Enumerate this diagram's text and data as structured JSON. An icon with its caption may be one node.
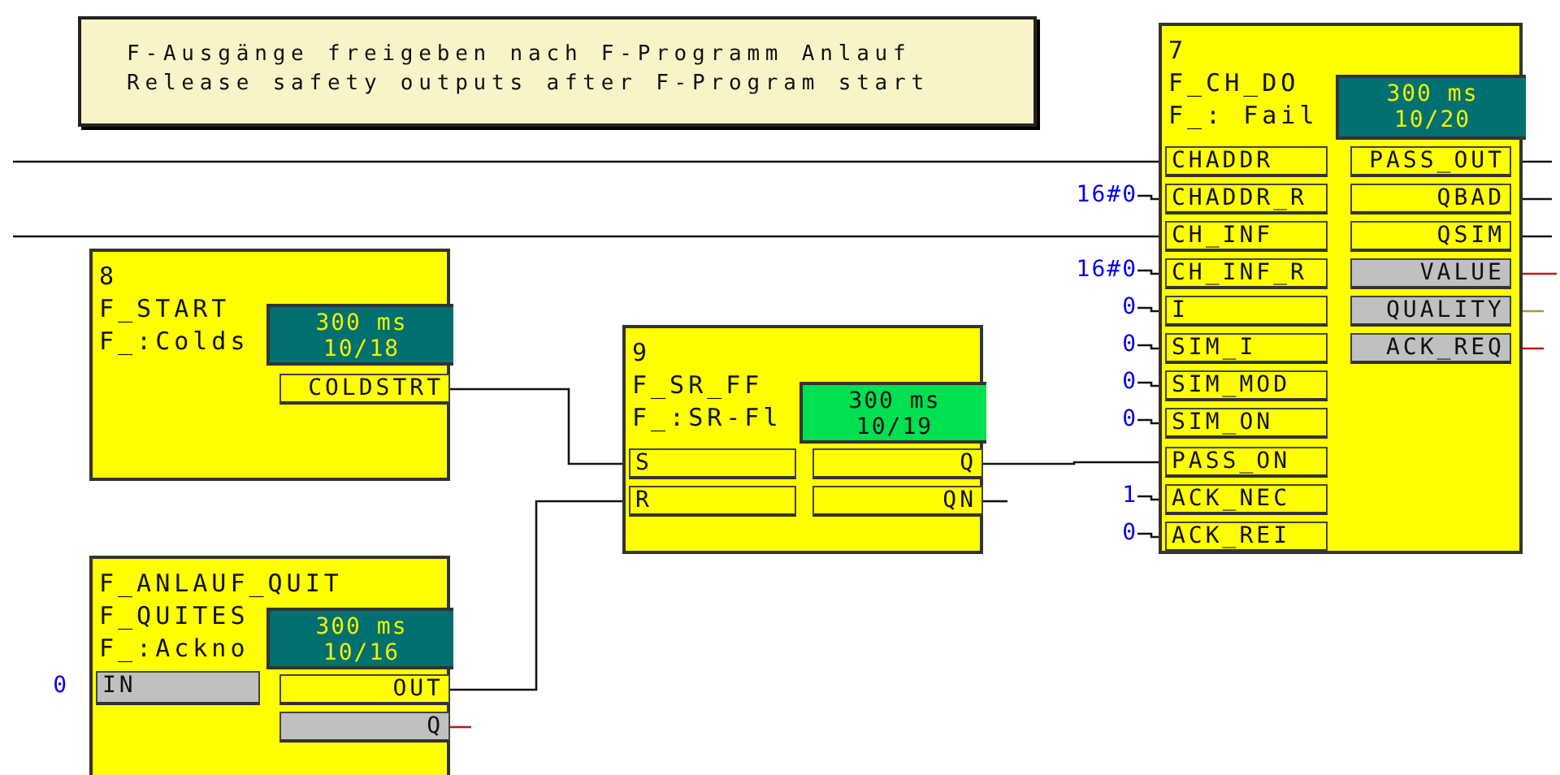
{
  "diagram": {
    "nodes": [
      {
        "text": [
          "F-Ausgänge freigeben nach F-Programm Anlauf",
          "Release safety outputs after F-Program start"
        ]
      },
      {
        "text": [
          "7",
          "F_CH_DO",
          "F_: Fail"
        ]
      },
      {
        "text": [
          "300 ms",
          "10/20"
        ],
        "in": 1
      },
      {
        "text": [
          "CHADDR"
        ],
        "in": 1
      },
      {
        "text": [
          "CHADDR_R"
        ],
        "in": 1
      },
      {
        "text": [
          "CH_INF"
        ],
        "in": 1
      },
      {
        "text": [
          "CH_INF_R"
        ],
        "in": 1
      },
      {
        "text": [
          "I"
        ],
        "in": 1
      },
      {
        "text": [
          "SIM_I"
        ],
        "in": 1
      },
      {
        "text": [
          "SIM_MOD"
        ],
        "in": 1
      },
      {
        "text": [
          "SIM_ON"
        ],
        "in": 1
      },
      {
        "text": [
          "PASS_ON"
        ],
        "in": 1
      },
      {
        "text": [
          "ACK_NEC"
        ],
        "in": 1
      },
      {
        "text": [
          "ACK_REI"
        ],
        "in": 1
      },
      {
        "text": [
          "PASS_OUT"
        ],
        "in": 1
      },
      {
        "text": [
          "QBAD"
        ],
        "in": 1
      },
      {
        "text": [
          "QSIM"
        ],
        "in": 1
      },
      {
        "text": [
          "VALUE"
        ],
        "in": 1
      },
      {
        "text": [
          "QUALITY"
        ],
        "in": 1
      },
      {
        "text": [
          "ACK_REQ"
        ],
        "in": 1
      },
      {
        "text": [
          "8",
          "F_START",
          "F_:Colds"
        ]
      },
      {
        "text": [
          "300 ms",
          "10/18"
        ],
        "in": 20
      },
      {
        "text": [
          "COLDSTRT"
        ],
        "in": 20
      },
      {
        "text": [
          "9",
          "F_SR_FF",
          "F_:SR-Fl"
        ]
      },
      {
        "text": [
          "300 ms",
          "10/19"
        ],
        "in": 23
      },
      {
        "text": [
          "S"
        ],
        "in": 23
      },
      {
        "text": [
          "R"
        ],
        "in": 23
      },
      {
        "text": [
          "Q"
        ],
        "in": 23
      },
      {
        "text": [
          "QN"
        ],
        "in": 23
      },
      {
        "text": [
          "F_ANLAUF_QUIT",
          "F_QUITES",
          "F_:Ackno"
        ]
      },
      {
        "text": [
          "300 ms",
          "10/16"
        ],
        "in": 29
      },
      {
        "text": [
          "IN"
        ],
        "in": 29
      },
      {
        "text": [
          "OUT"
        ],
        "in": 29
      },
      {
        "text": [
          "Q"
        ],
        "in": 29
      },
      {
        "text": [
          "16#0"
        ]
      },
      {
        "text": [
          "16#0"
        ]
      },
      {
        "text": [
          "0"
        ]
      },
      {
        "text": [
          "0"
        ]
      },
      {
        "text": [
          "0"
        ]
      },
      {
        "text": [
          "0"
        ]
      },
      {
        "text": [
          "1"
        ]
      },
      {
        "text": [
          "0"
        ]
      }
    ],
    "edges": [
      {
        "from": null,
        "to": 3,
        "arrow": "none"
      },
      {
        "from": 34,
        "to": 4,
        "arrow": "none"
      },
      {
        "from": null,
        "to": 5,
        "arrow": "none"
      },
      {
        "from": 35,
        "to": 6,
        "arrow": "none"
      },
      {
        "from": 36,
        "to": 7,
        "arrow": "none"
      },
      {
        "from": 37,
        "to": 8,
        "arrow": "none"
      },
      {
        "from": 38,
        "to": 9,
        "arrow": "none"
      },
      {
        "from": 39,
        "to": 10,
        "arrow": "none"
      },
      {
        "from": 27,
        "to": 11,
        "arrow": "none"
      },
      {
        "from": 40,
        "to": 12,
        "arrow": "none"
      },
      {
        "from": 41,
        "to": 13,
        "arrow": "none"
      },
      {
        "from": 14,
        "to": null,
        "arrow": "none"
      },
      {
        "from": 15,
        "to": null,
        "arrow": "none"
      },
      {
        "from": 16,
        "to": null,
        "arrow": "none"
      },
      {
        "from": 17,
        "to": null,
        "arrow": "none",
        "color": "#c01818"
      },
      {
        "from": 18,
        "to": null,
        "arrow": "none",
        "color": "#a0a030"
      },
      {
        "from": 19,
        "to": null,
        "arrow": "none",
        "color": "#c01818"
      },
      {
        "from": 22,
        "to": 25,
        "arrow": "none"
      },
      {
        "from": 32,
        "to": 26,
        "arrow": "none"
      },
      {
        "from": 28,
        "to": null,
        "arrow": "none"
      },
      {
        "from": 33,
        "to": null,
        "arrow": "none",
        "color": "#c01818"
      }
    ],
    "labels": [
      "0"
    ]
  }
}
